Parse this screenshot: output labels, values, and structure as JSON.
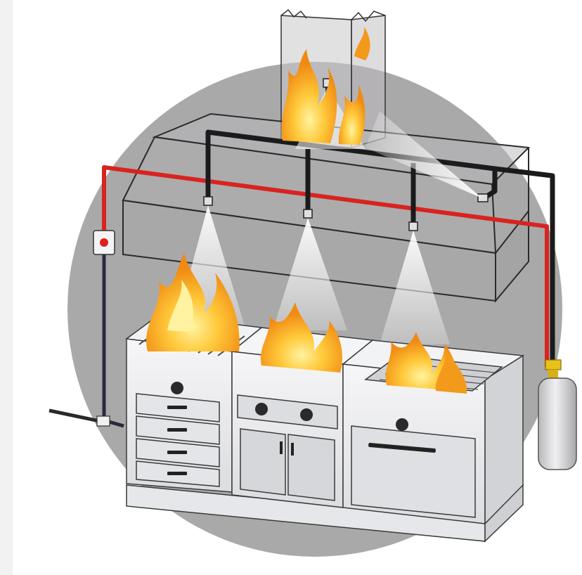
{
  "colors": {
    "background": "#ffffff",
    "backdrop_circle": "#aaa9aa",
    "detection_line": "#d8231f",
    "agent_pipe": "#1b1b1b",
    "conduit": "#2a2a3a",
    "appliance_body": "#eeeff1",
    "appliance_outline": "#3a3a3a",
    "hood_outline": "#2b2b2b",
    "flame_outer": "#f4a21c",
    "flame_inner": "#ffe066",
    "spray": "#ffffff",
    "cylinder": "#d7d7d9",
    "cylinder_valve": "#e8c21a",
    "pull_station": "#d8231f"
  },
  "icons": {
    "manual_pull_station": "pull-station-icon",
    "agent_cylinder": "agent-cylinder-icon",
    "spray_nozzle": "nozzle-icon",
    "fire": "flame-icon"
  },
  "appliances": [
    "charbroiler",
    "griddle",
    "fryer"
  ]
}
